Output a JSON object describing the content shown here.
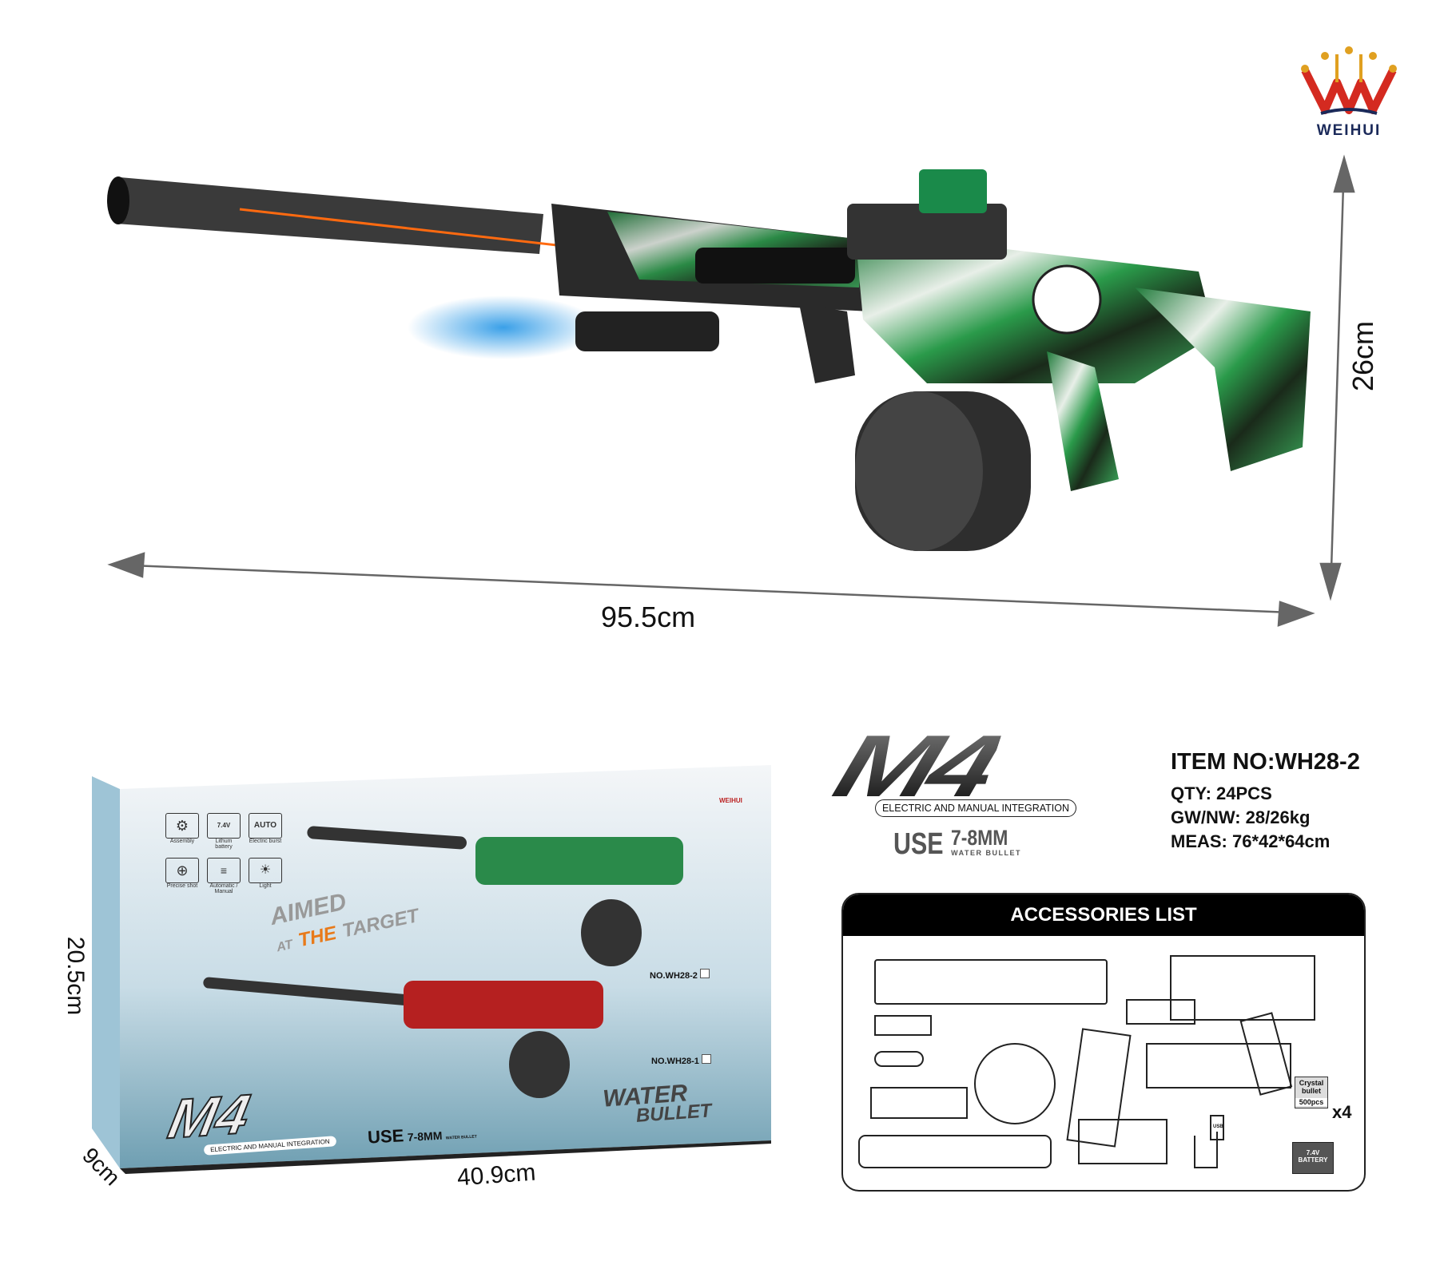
{
  "brand": {
    "name": "WEIHUI",
    "colors": {
      "red": "#d42a20",
      "gold": "#e0a020",
      "navy": "#1b2a5a"
    }
  },
  "dimensions": {
    "length": "95.5cm",
    "height": "26cm",
    "box_length": "40.9cm",
    "box_height": "20.5cm",
    "box_depth": "9cm"
  },
  "product": {
    "model": "M4",
    "tagline": "ELECTRIC AND MANUAL INTEGRATION",
    "use_label": "USE",
    "bullet_size": "7-8MM",
    "bullet_type": "WATER BULLET"
  },
  "specs": {
    "item_no": "ITEM NO:WH28-2",
    "qty": "QTY: 24PCS",
    "weight": "GW/NW: 28/26kg",
    "meas": "MEAS: 76*42*64cm"
  },
  "box": {
    "features": [
      {
        "icon": "gears-icon",
        "label": "Assembly"
      },
      {
        "icon": "battery-icon",
        "badge": "7.4V",
        "label": "Lithum battery"
      },
      {
        "icon": "auto-icon",
        "badge": "AUTO",
        "label": "Electric burst"
      },
      {
        "icon": "crosshair-icon",
        "label": "Precise shot"
      },
      {
        "icon": "bullets-icon",
        "label": "Automatic / Manual"
      },
      {
        "icon": "light-icon",
        "label": "Light"
      }
    ],
    "slogan_1": "AIMED",
    "slogan_2": "AT",
    "slogan_3": "THE",
    "slogan_4": "TARGET",
    "variant_1": "NO.WH28-2",
    "variant_2": "NO.WH28-1",
    "model": "M4",
    "tagline": "ELECTRIC AND MANUAL INTEGRATION",
    "use_label": "USE",
    "bullet_size": "7-8MM",
    "bullet_type": "WATER BULLET",
    "water": "WATER",
    "bullet": "BULLET",
    "brand": "WEIHUI"
  },
  "accessories": {
    "title": "ACCESSORIES LIST",
    "crystal_1": "Crystal",
    "crystal_2": "bullet",
    "crystal_count": "500pcs",
    "crystal_qty": "x4",
    "battery_1": "7.4V",
    "battery_2": "BATTERY",
    "usb": "USB"
  }
}
